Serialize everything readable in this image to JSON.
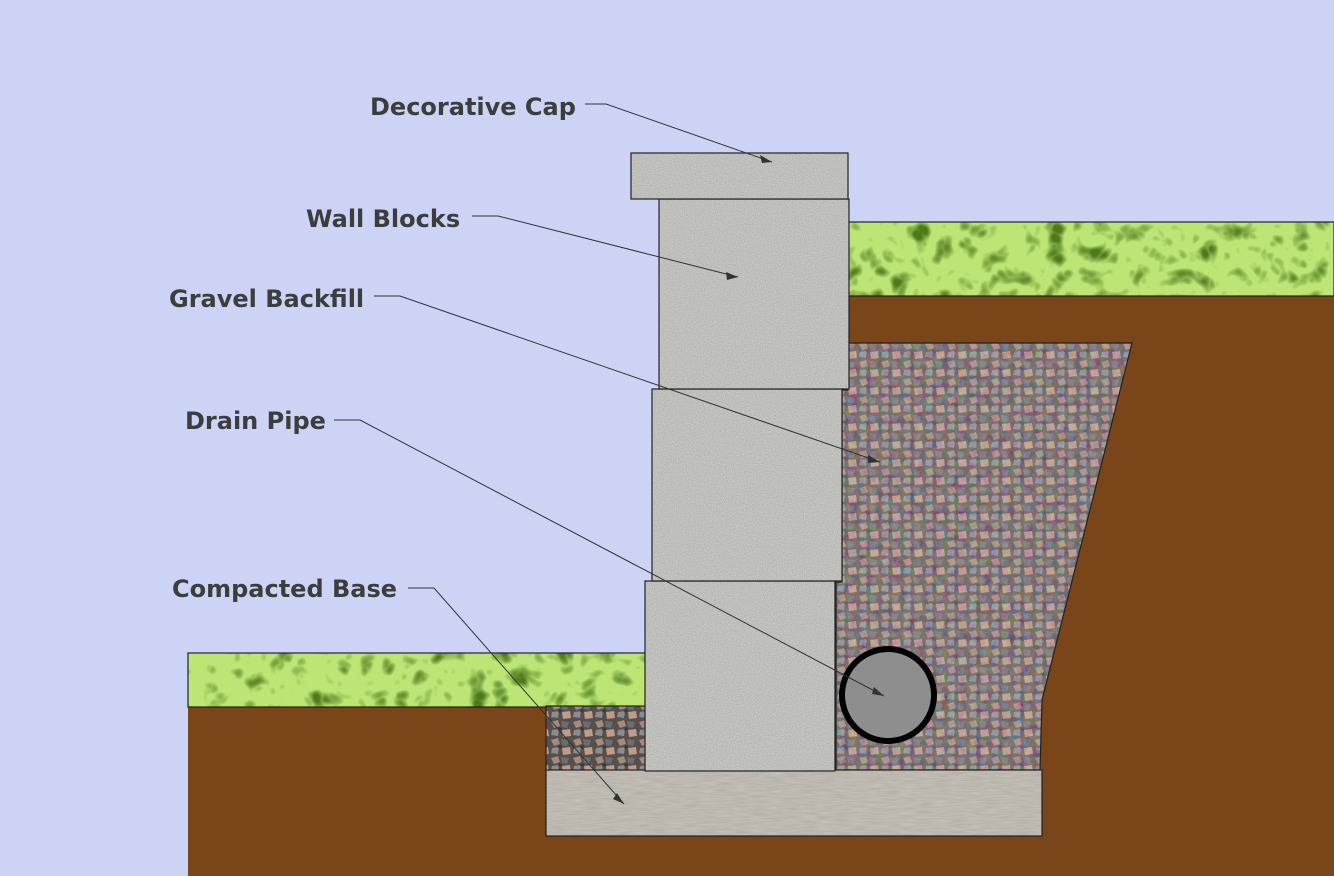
{
  "labels": {
    "cap": "Decorative Cap",
    "blocks": "Wall Blocks",
    "gravel": "Gravel Backfill",
    "pipe": "Drain Pipe",
    "base": "Compacted Base"
  },
  "colors": {
    "sky": "#ccd3f5",
    "soil": "#7a4518",
    "grass_dark": "#4e7a1c",
    "grass_light": "#7fbf2e",
    "concrete": "#a8a8a4",
    "base": "#b1aca2",
    "pipe_fill": "#8e8e8e",
    "pipe_ring": "#000000",
    "label_text": "#3d3d3d"
  }
}
